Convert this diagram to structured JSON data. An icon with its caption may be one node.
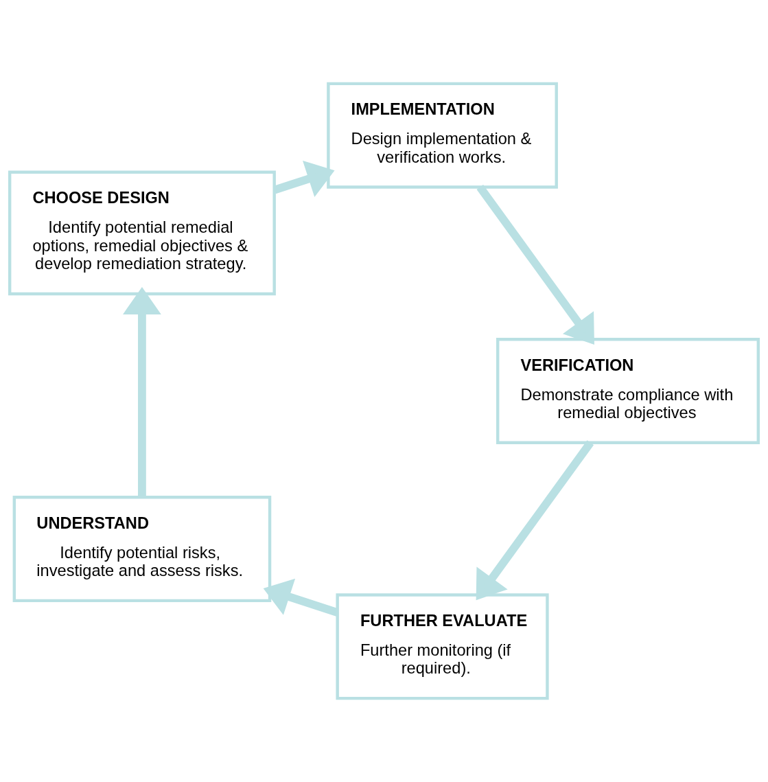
{
  "diagram": {
    "nodes": [
      {
        "text": [
          "FURTHER EVALUATE",
          "Further monitoring (if required)."
        ]
      },
      {
        "text": [
          "UNDERSTAND",
          "Identify potential risks, investigate and assess risks."
        ]
      },
      {
        "text": [
          "CHOOSE DESIGN",
          "Identify potential remedial options, remedial objectives & develop remediation strategy."
        ]
      },
      {
        "text": [
          "VERIFICATION",
          "Demonstrate compliance with remedial objectives"
        ]
      },
      {
        "text": [
          "IMPLEMENTATION",
          "Design implementation & verification works."
        ]
      }
    ],
    "edges": [
      {
        "from": 0,
        "to": 1,
        "arrow": "to"
      },
      {
        "from": 1,
        "to": 2,
        "arrow": "to"
      },
      {
        "from": 2,
        "to": 4,
        "arrow": "to"
      },
      {
        "from": 4,
        "to": 3,
        "arrow": "to"
      },
      {
        "from": 3,
        "to": 0,
        "arrow": "to"
      }
    ]
  }
}
